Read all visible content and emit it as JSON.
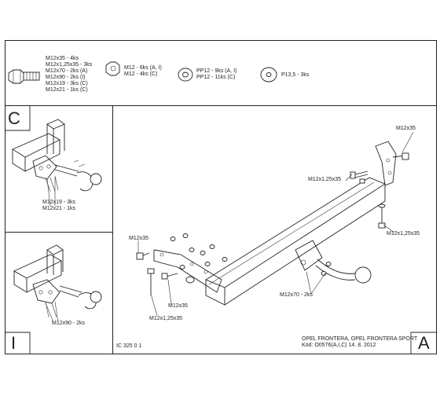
{
  "parts_legend": {
    "bolt_lines": [
      "M12x35 - 4ks",
      "M12x1,25x35 - 3ks",
      "M12x70 - 2ks (A)",
      "M12x90 - 2ks (I)",
      "M12x19 - 3ks (C)",
      "M12x21 - 1ks (C)"
    ],
    "nut_lines": [
      "M12 - 6ks (A, I)",
      "M12 - 4ks (C)"
    ],
    "washer_lines": [
      "PP12 - 9ks (A, I)",
      "PP12 - 11ks (C)"
    ],
    "plate_lines": [
      "P13,5 - 3ks"
    ]
  },
  "panel_c": {
    "letter": "C",
    "labels": [
      "M12x19 - 3ks",
      "M12x21 - 1ks"
    ]
  },
  "panel_i": {
    "letter": "I",
    "label": "M12x90 - 2ks"
  },
  "panel_a": {
    "letter": "A",
    "labels": {
      "top_right_bolt": "M12x35",
      "bracket_bolt": "M12x1,25x35",
      "right_lower_bolt": "M12x1,25x35",
      "left_bolt": "M12x35",
      "mid_bolt": "M12x35",
      "left_lower_bolt": "M12x1,25x35",
      "hitch_bolt": "M12x70 - 2ks"
    },
    "drawing_code": "IC 325 0 1",
    "vehicle": "OPEL FRONTERA, OPEL FRONTERA SPORT",
    "code_line": "Kód: O0576(A,I,C)  14. 8. 2012"
  }
}
